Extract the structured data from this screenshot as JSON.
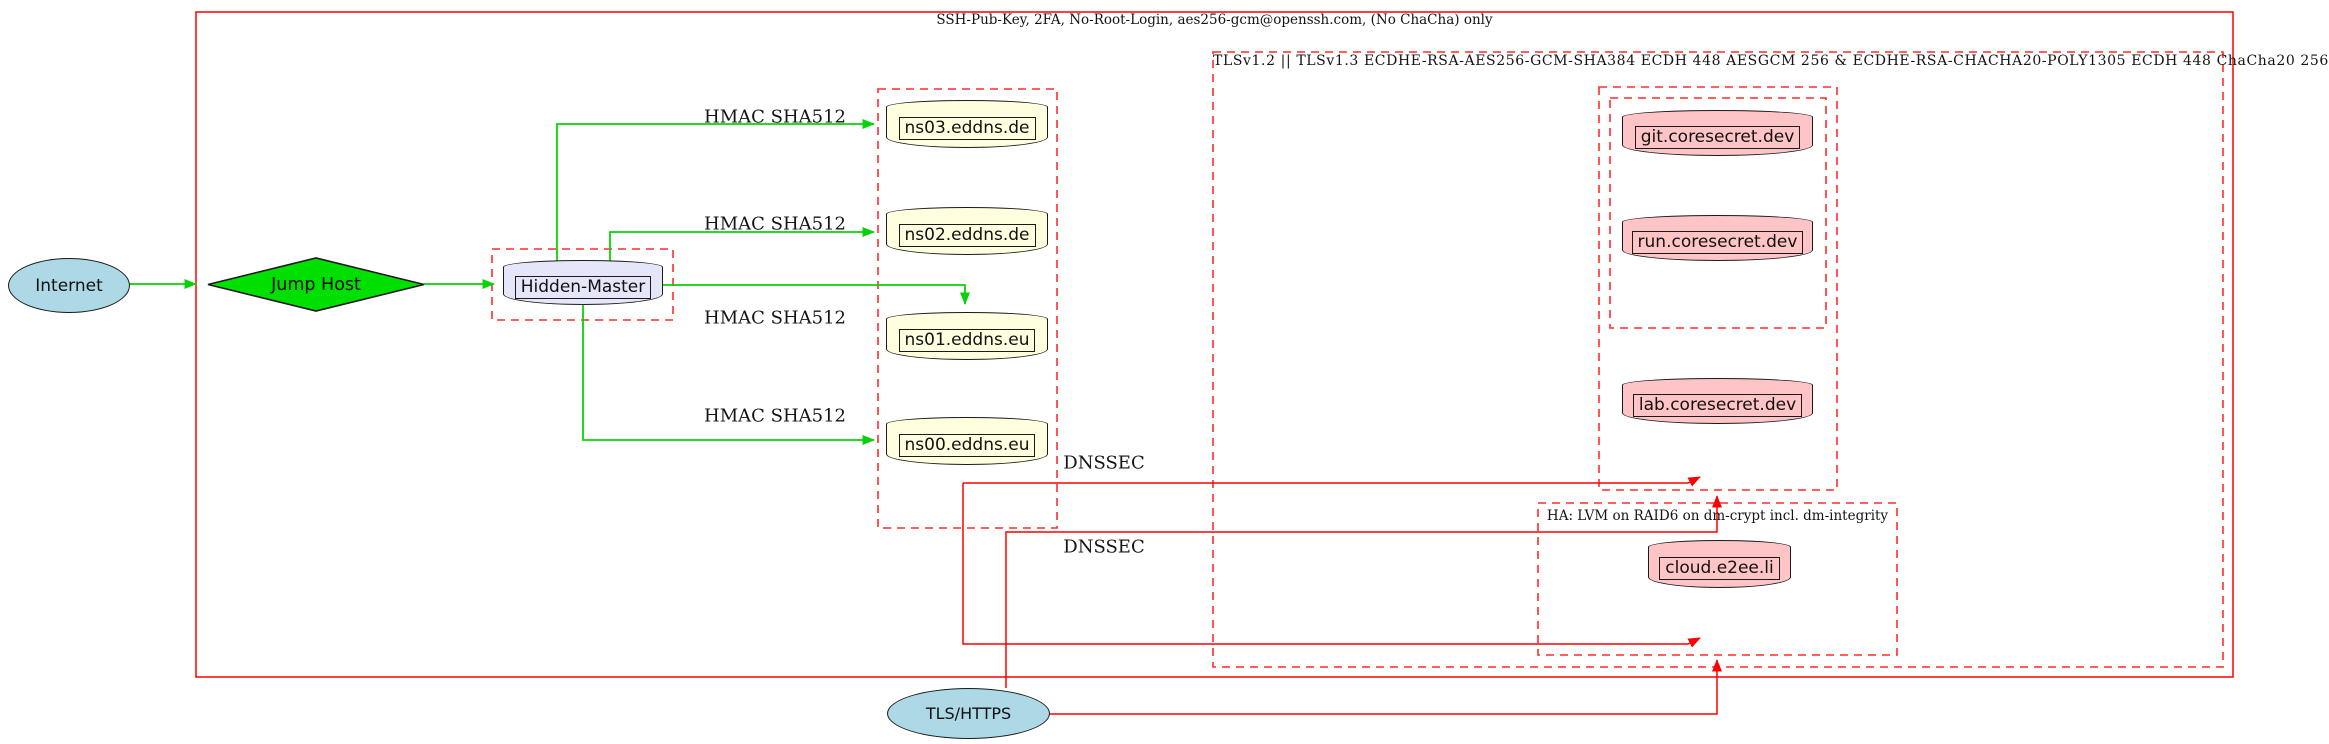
{
  "diagram_type": "graphviz-style security architecture diagram (splines=ortho)",
  "colors": {
    "edge_green": "#0ad20a",
    "edge_red": "#fe0000",
    "cluster_dashed_red": "#ff2b2b",
    "node_border": "#1a1a1a",
    "internet_fill": "#add8e6",
    "jump_host_fill": "#00e000",
    "hidden_master_fill": "#e6e6fa",
    "nameserver_fill": "#ffffe0",
    "service_fill": "#ffc4c6",
    "tls_https_fill": "#add8e6",
    "background": "#ffffff"
  },
  "clusters": {
    "ssh": {
      "label": "SSH-Pub-Key, 2FA, No-Root-Login, aes256-gcm@openssh.com, (No ChaCha) only"
    },
    "tls": {
      "label": "TLSv1.2 || TLSv1.3 ECDHE-RSA-AES256-GCM-SHA384 ECDH 448 AESGCM 256 & ECDHE-RSA-CHACHA20-POLY1305 ECDH 448 ChaCha20 256"
    },
    "ha": {
      "label": "HA: LVM on RAID6 on dm-crypt incl. dm-integrity"
    }
  },
  "nodes": {
    "internet": {
      "label": "Internet",
      "shape": "ellipse"
    },
    "jump_host": {
      "label": "Jump Host",
      "shape": "diamond"
    },
    "hidden_master": {
      "label": "Hidden-Master",
      "shape": "cylinder"
    },
    "ns03": {
      "label": "ns03.eddns.de",
      "shape": "cylinder"
    },
    "ns02": {
      "label": "ns02.eddns.de",
      "shape": "cylinder"
    },
    "ns01": {
      "label": "ns01.eddns.eu",
      "shape": "cylinder"
    },
    "ns00": {
      "label": "ns00.eddns.eu",
      "shape": "cylinder"
    },
    "git": {
      "label": "git.coresecret.dev",
      "shape": "cylinder"
    },
    "run": {
      "label": "run.coresecret.dev",
      "shape": "cylinder"
    },
    "lab": {
      "label": "lab.coresecret.dev",
      "shape": "cylinder"
    },
    "cloud": {
      "label": "cloud.e2ee.li",
      "shape": "cylinder"
    },
    "tls_https": {
      "label": "TLS/HTTPS",
      "shape": "ellipse"
    }
  },
  "edge_labels": {
    "hmac1": "HMAC SHA512",
    "hmac2": "HMAC SHA512",
    "hmac3": "HMAC SHA512",
    "hmac4": "HMAC SHA512",
    "dnssec1": "DNSSEC",
    "dnssec2": "DNSSEC"
  }
}
